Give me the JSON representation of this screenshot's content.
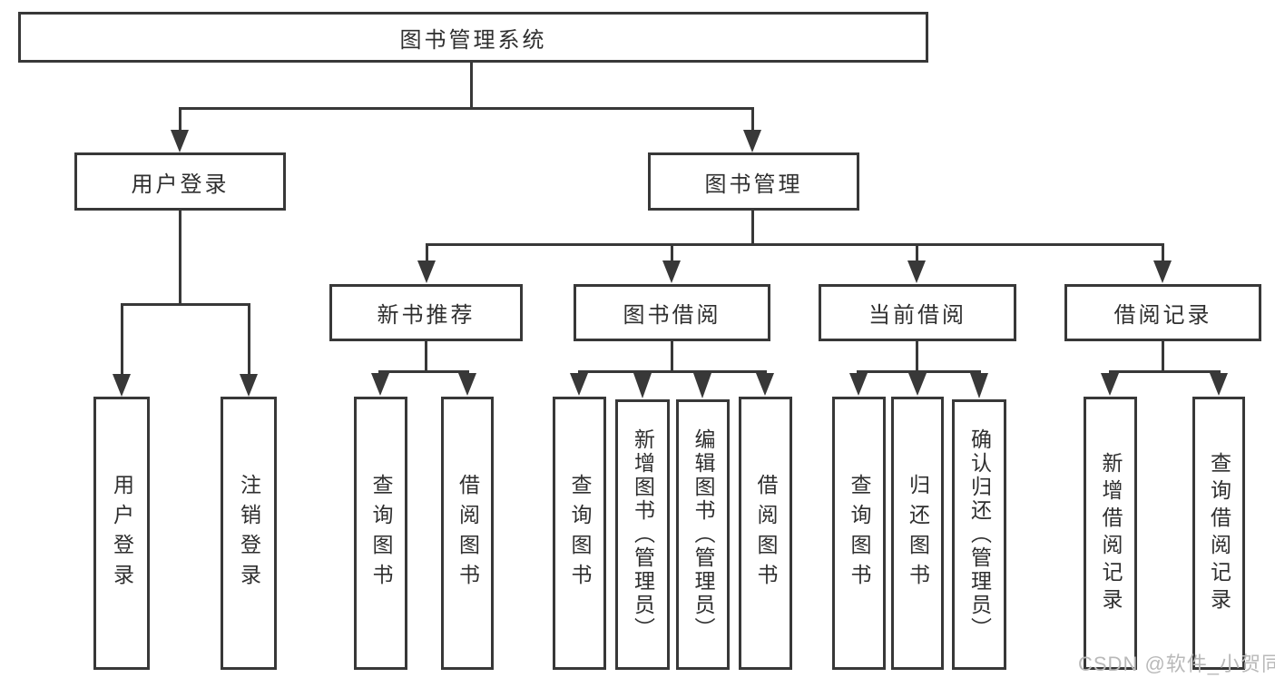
{
  "diagram": {
    "root": {
      "label": "图书管理系统"
    },
    "user_login": {
      "label": "用户登录",
      "children": [
        {
          "label": "用户登录"
        },
        {
          "label": "注销登录"
        }
      ]
    },
    "book_mgmt": {
      "label": "图书管理",
      "sections": [
        {
          "label": "新书推荐",
          "children": [
            {
              "label": "查询图书"
            },
            {
              "label": "借阅图书"
            }
          ]
        },
        {
          "label": "图书借阅",
          "children": [
            {
              "label": "查询图书"
            },
            {
              "label": "新增图书（管理员）"
            },
            {
              "label": "编辑图书（管理员）"
            },
            {
              "label": "借阅图书"
            }
          ]
        },
        {
          "label": "当前借阅",
          "children": [
            {
              "label": "查询图书"
            },
            {
              "label": "归还图书"
            },
            {
              "label": "确认归还（管理员）"
            }
          ]
        },
        {
          "label": "借阅记录",
          "children": [
            {
              "label": "新增借阅记录"
            },
            {
              "label": "查询借阅记录"
            }
          ]
        }
      ]
    }
  },
  "watermark": {
    "text": "CSDN @软件_小贺同学"
  },
  "colors": {
    "line": "#383838",
    "text": "#2f2f2f",
    "background": "#ffffff",
    "watermark": "#b9b9b9"
  }
}
